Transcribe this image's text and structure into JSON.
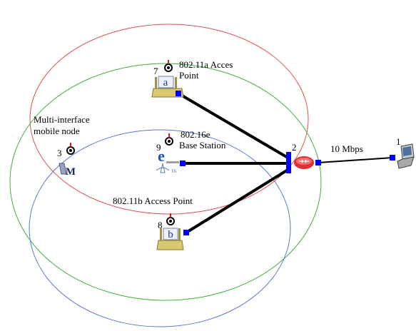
{
  "labels": {
    "ap_a_line1": "802.11a Acces",
    "ap_a_line2": "Point",
    "wimax_line1": "802.16e",
    "wimax_line2": "Base Station",
    "mobile_line1": "Multi-interface",
    "mobile_line2": "mobile node",
    "ap_b": "802.11b Access Point",
    "link_speed": "10 Mbps"
  },
  "nodes": {
    "laptop_id": "1",
    "router_id": "2",
    "mobile_id": "3",
    "ap_a_id": "7",
    "ap_b_id": "8",
    "wimax_id": "9"
  },
  "icons": {
    "ap_a_letter": "a",
    "ap_b_letter": "b",
    "wimax_letter": "e",
    "wimax_sub": "16",
    "mobile_letter": "M"
  },
  "colors": {
    "coverage_a": "#e05050",
    "coverage_b": "#5a78d8",
    "coverage_wimax": "#40b040",
    "port": "#0000ff",
    "router": "#e03030",
    "link": "#000000"
  }
}
